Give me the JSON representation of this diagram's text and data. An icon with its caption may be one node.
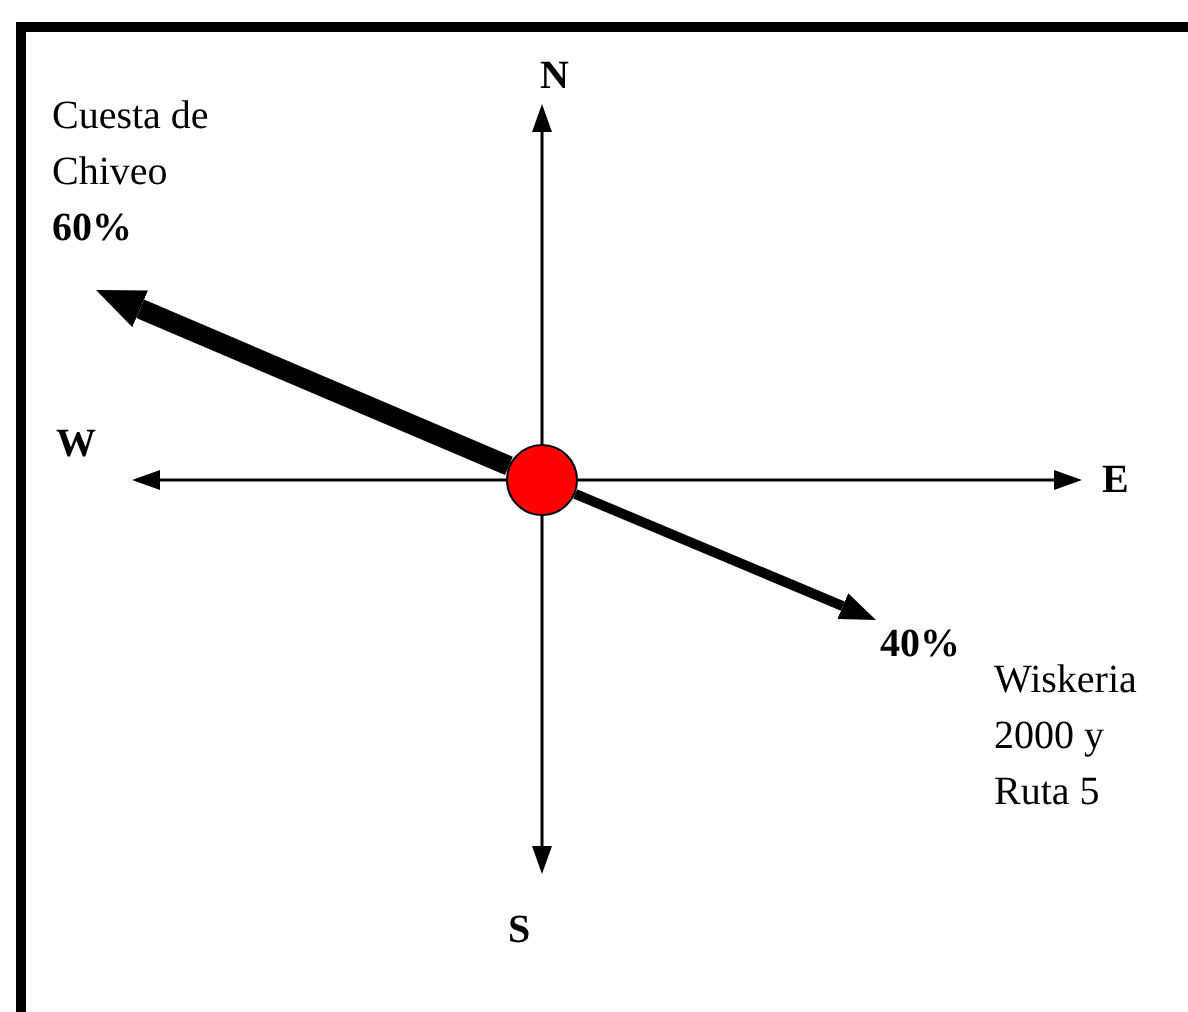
{
  "diagram": {
    "nodes": [
      {
        "text": [],
        "shape": "circle"
      },
      {
        "text": [
          "N"
        ]
      },
      {
        "text": [
          "S"
        ]
      },
      {
        "text": [
          "E"
        ]
      },
      {
        "text": [
          "W"
        ]
      },
      {
        "text": [
          "Cuesta de Chiveo",
          "60%"
        ]
      },
      {
        "text": [
          "40%",
          "Wiskeria 2000 y Ruta 5"
        ]
      }
    ],
    "edges": [
      {
        "from": 0,
        "to": 1,
        "arrow": "to"
      },
      {
        "from": 0,
        "to": 2,
        "arrow": "to"
      },
      {
        "from": 0,
        "to": 3,
        "arrow": "to"
      },
      {
        "from": 0,
        "to": 4,
        "arrow": "to"
      },
      {
        "from": 0,
        "to": 5,
        "arrow": "to",
        "style": "thick"
      },
      {
        "from": 0,
        "to": 6,
        "arrow": "to",
        "style": "thick"
      }
    ]
  }
}
